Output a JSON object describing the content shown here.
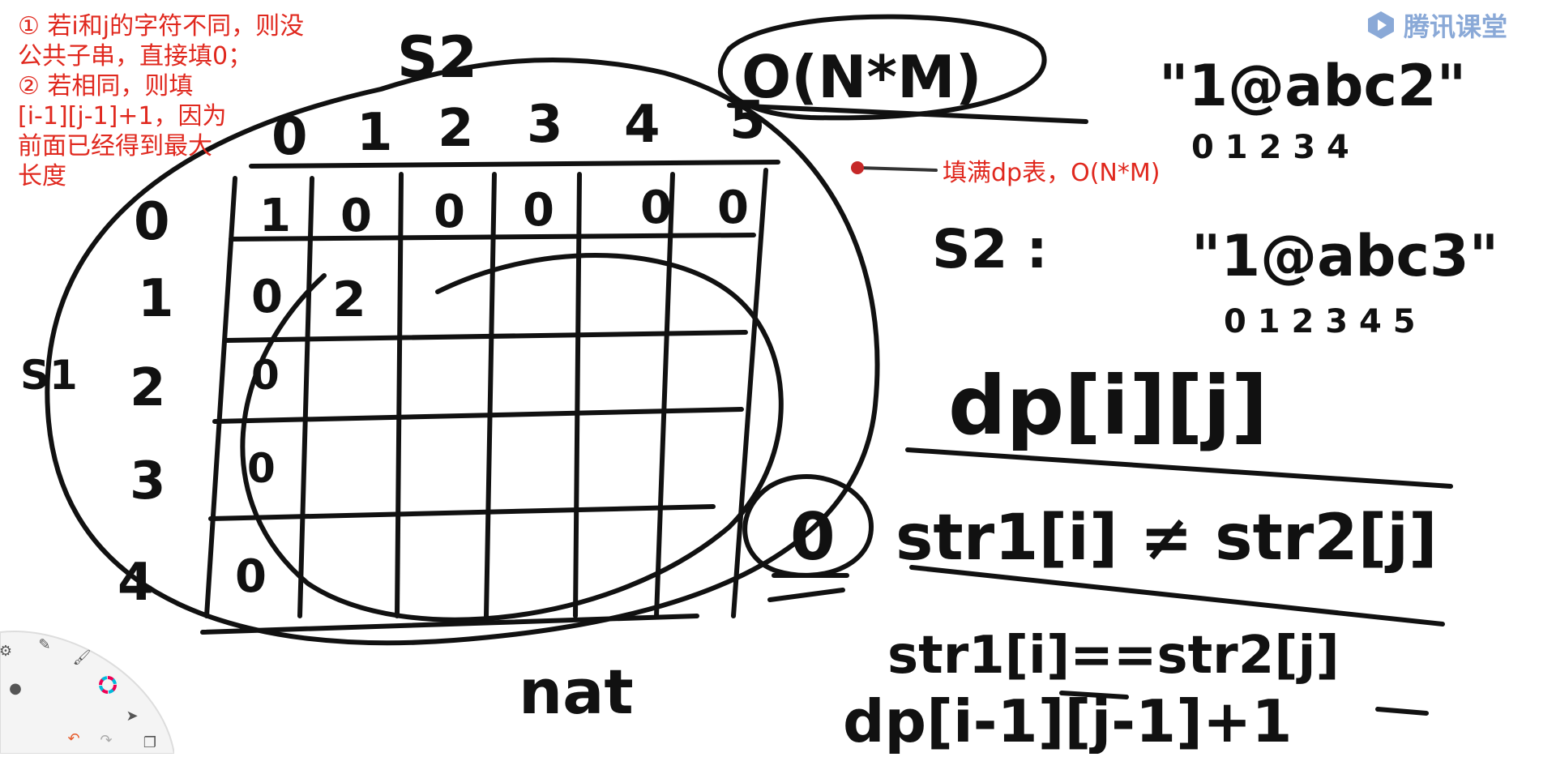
{
  "notes": {
    "left_lines": [
      "① 若i和j的字符不同，则没",
      "公共子串，直接填0；",
      "② 若相同，则填",
      "[i-1][j-1]+1，因为",
      "前面已经得到最大",
      "长度"
    ],
    "right": "填满dp表，O(N*M)"
  },
  "watermark": {
    "text": "腾讯课堂",
    "icon": "play-logo-icon"
  },
  "handwriting": {
    "s2_label": "S2",
    "s1_label": "S1",
    "col_indices": [
      "0",
      "1",
      "2",
      "3",
      "4",
      "5"
    ],
    "row_indices": [
      "0",
      "1",
      "2",
      "3",
      "4"
    ],
    "row0_cells": [
      "1",
      "0",
      "0",
      "0",
      "0",
      "0"
    ],
    "row1_cells": [
      "0",
      "2"
    ],
    "col0_cells": [
      "0",
      "0",
      "0"
    ],
    "complexity": "O(N*M)",
    "str1_sample": "\"1@abc2\"",
    "str1_indices": "0 1 2 3 4",
    "s2_row_label": "S2 :",
    "str2_sample": "\"1@abc3\"",
    "str2_indices": "0 1 2 3 4 5",
    "dp_formula": "dp[i][j]",
    "neq_formula": "str1[i] ≠ str2[j]",
    "zero_value": "0",
    "eq_formula": "str1[i]==str2[j]",
    "dp_update": "dp[i-1][j-1]+1",
    "caption": "nat"
  },
  "colors": {
    "note_red": "#e0281e",
    "ink": "#111111",
    "watermark_blue": "#2b63b8"
  },
  "toolbar": {
    "icons": [
      "pen-icon",
      "brush-icon",
      "color-wheel-icon",
      "pointer-icon",
      "undo-icon",
      "redo-icon",
      "copy-icon",
      "dot-icon",
      "gear-icon"
    ]
  }
}
